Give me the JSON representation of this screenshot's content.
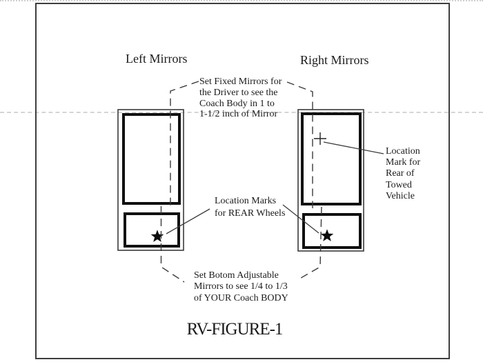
{
  "figure": {
    "title": "RV-FIGURE-1",
    "left_title": "Left Mirrors",
    "right_title": "Right Mirrors"
  },
  "annotations": {
    "fixed_mirrors": {
      "lines": [
        "Set Fixed Mirrors for",
        "the Driver to see the",
        "Coach Body in 1 to",
        "1-1/2 inch of Mirror"
      ]
    },
    "towed_vehicle": {
      "lines": [
        "Location",
        "Mark for",
        "Rear of",
        "Towed",
        "Vehicle"
      ]
    },
    "rear_wheels": {
      "lines": [
        "Location Marks",
        "for REAR Wheels"
      ]
    },
    "bottom_mirrors": {
      "lines": [
        "Set Botom Adjustable",
        "Mirrors to see 1/4 to 1/3",
        "of YOUR Coach BODY"
      ]
    }
  },
  "symbols": {
    "rear_wheel_mark": "star-icon",
    "towed_vehicle_mark": "plus-icon"
  },
  "colors": {
    "line": "#3a3a3a",
    "mirror-frame": "#101010",
    "text": "#1b1b1b",
    "divider": "#d5d5d5",
    "dots": "#cfcfcf",
    "page-border": "#3d3d3d",
    "background": "#ffffff"
  }
}
